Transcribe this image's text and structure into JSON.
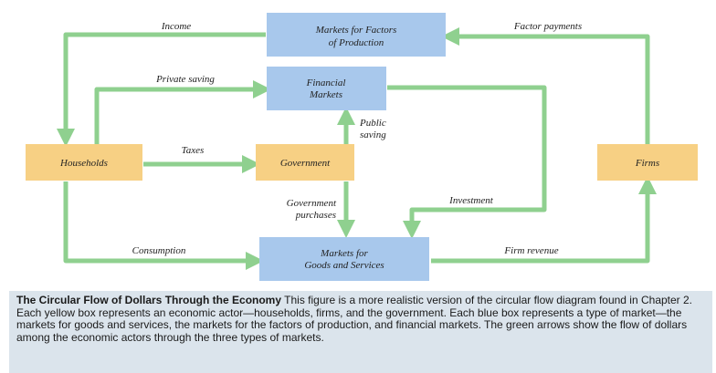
{
  "colors": {
    "market_box": "#a8c8ec",
    "actor_box": "#f7d084",
    "arrow": "#8fd08f",
    "caption_bg": "#dbe4ec"
  },
  "boxes": {
    "factor_markets": [
      "Markets for Factors",
      "of Production"
    ],
    "financial_markets": [
      "Financial",
      "Markets"
    ],
    "households": "Households",
    "government": "Government",
    "firms": "Firms",
    "goods_markets": [
      "Markets for",
      "Goods and Services"
    ]
  },
  "flows": {
    "income": "Income",
    "factor_payments": "Factor payments",
    "private_saving": "Private saving",
    "public_saving": [
      "Public",
      "saving"
    ],
    "taxes": "Taxes",
    "government_purchases": [
      "Government",
      "purchases"
    ],
    "investment": "Investment",
    "consumption": "Consumption",
    "firm_revenue": "Firm revenue"
  },
  "caption": {
    "title": "The Circular Flow of Dollars Through the Economy",
    "body": " This figure is a more realistic version of the circular flow diagram found in Chapter 2. Each yellow box represents an economic actor—households, firms, and the government. Each blue box represents a type of market—the markets for goods and services, the markets for the factors of production, and financial markets. The green arrows show the flow of dollars among the economic actors through the three types of markets."
  }
}
